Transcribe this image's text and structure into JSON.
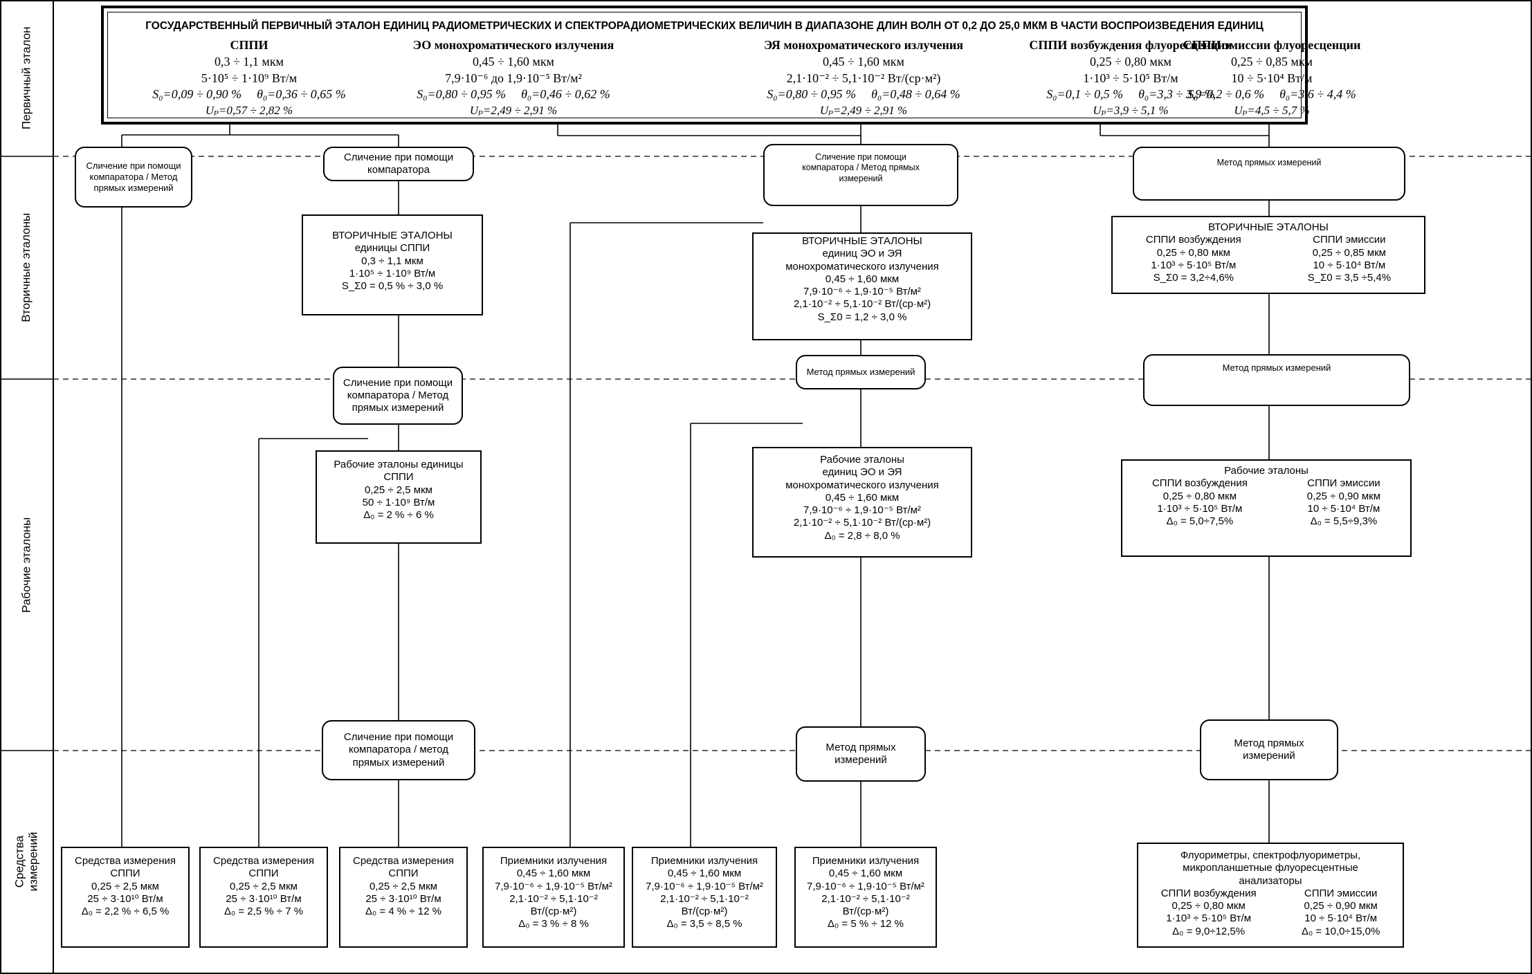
{
  "lanes": [
    {
      "label": "Первичный эталон"
    },
    {
      "label": "Вторичные эталоны"
    },
    {
      "label": "Рабочие эталоны"
    },
    {
      "label": "Средства измерений"
    }
  ],
  "primary": {
    "title": "ГОСУДАРСТВЕННЫЙ ПЕРВИЧНЫЙ ЭТАЛОН ЕДИНИЦ РАДИОМЕТРИЧЕСКИХ И СПЕКТРОРАДИОМЕТРИЧЕСКИХ ВЕЛИЧИН В ДИАПАЗОНЕ ДЛИН ВОЛН ОТ 0,2 ДО 25,0 МКМ В ЧАСТИ ВОСПРОИЗВЕДЕНИЯ ЕДИНИЦ",
    "columns": [
      {
        "name": "СППИ",
        "range": "0,3 ÷ 1,1 мкм",
        "value": "5·10⁵ ÷ 1·10⁹ Вт/м",
        "s": "S₀=0,09 ÷ 0,90 %",
        "theta": "θ₀=0,36 ÷ 0,65 %",
        "u": "Uₚ=0,57 ÷ 2,82 %"
      },
      {
        "name": "ЭО монохроматического излучения",
        "range": "0,45 ÷ 1,60 мкм",
        "value": "7,9·10⁻⁶ до 1,9·10⁻⁵ Вт/м²",
        "s": "S₀=0,80 ÷ 0,95 %",
        "theta": "θ₀=0,46 ÷ 0,62 %",
        "u": "Uₚ=2,49 ÷ 2,91 %"
      },
      {
        "name": "ЭЯ монохроматического излучения",
        "range": "0,45 ÷ 1,60 мкм",
        "value": "2,1·10⁻² ÷ 5,1·10⁻² Вт/(ср·м²)",
        "s": "S₀=0,80 ÷ 0,95 %",
        "theta": "θ₀=0,48 ÷ 0,64 %",
        "u": "Uₚ=2,49 ÷ 2,91 %"
      },
      {
        "name": "СППИ возбуждения флуоресценции",
        "range": "0,25 ÷ 0,80 мкм",
        "value": "1·10³ ÷ 5·10⁵ Вт/м",
        "s": "S₀=0,1 ÷ 0,5 %",
        "theta": "θ₀=3,3 ÷ 3,9 %",
        "u": "Uₚ=3,9 ÷ 5,1 %"
      },
      {
        "name": "СППИ эмиссии флуоресценции",
        "range": "0,25 ÷ 0,85 мкм",
        "value": "10 ÷ 5·10⁴ Вт/м",
        "s": "S₀=0,2 ÷ 0,6 %",
        "theta": "θ₀=3,6 ÷ 4,4 %",
        "u": "Uₚ=4,5 ÷ 5,7 %"
      }
    ]
  },
  "methods": {
    "m1": [
      "Сличение при помощи",
      "компаратора / Метод",
      "прямых измерений"
    ],
    "m2": [
      "Сличение при помощи",
      "компаратора"
    ],
    "m3": [
      "Сличение при помощи",
      "компаратора / Метод прямых",
      "измерений"
    ],
    "m4": [
      "Метод прямых измерений"
    ],
    "m5": [
      "Сличение при помощи",
      "компаратора / Метод",
      "прямых измерений"
    ],
    "m6": [
      "Метод прямых измерений"
    ],
    "m7": [
      "Метод прямых измерений"
    ],
    "m8": [
      "Сличение при помощи",
      "компаратора / метод",
      "прямых измерений"
    ],
    "m9": [
      "Метод прямых",
      "измерений"
    ],
    "m10": [
      "Метод прямых",
      "измерений"
    ]
  },
  "secondary": {
    "sppi": {
      "lines": [
        "ВТОРИЧНЫЕ ЭТАЛОНЫ",
        "единицы СППИ",
        "0,3 ÷ 1,1 мкм",
        "1·10⁵ ÷ 1·10⁹ Вт/м",
        "S_Σ0 = 0,5 % ÷ 3,0 %"
      ]
    },
    "eo_ey": {
      "lines": [
        "ВТОРИЧНЫЕ ЭТАЛОНЫ",
        "единиц ЭО и ЭЯ",
        "монохроматического излучения",
        "0,45 ÷ 1,60 мкм",
        "7,9·10⁻⁶ ÷ 1,9·10⁻⁵ Вт/м²",
        "2,1·10⁻² ÷ 5,1·10⁻² Вт/(ср·м²)",
        "S_Σ0 = 1,2 ÷ 3,0 %"
      ]
    },
    "fluor": {
      "title": "ВТОРИЧНЫЕ ЭТАЛОНЫ",
      "left": [
        "СППИ возбуждения",
        "0,25 ÷ 0,80 мкм",
        "1·10³ ÷ 5·10⁵ Вт/м",
        "S_Σ0 = 3,2÷4,6%"
      ],
      "right": [
        "СППИ эмиссии",
        "0,25 ÷ 0,85 мкм",
        "10 ÷ 5·10⁴ Вт/м",
        "S_Σ0 = 3,5 ÷5,4%"
      ]
    }
  },
  "working": {
    "sppi": {
      "lines": [
        "Рабочие эталоны единицы",
        "СППИ",
        "0,25 ÷ 2,5 мкм",
        "50 ÷ 1·10⁹ Вт/м",
        "Δ₀ = 2 % ÷ 6 %"
      ]
    },
    "eo_ey": {
      "lines": [
        "Рабочие эталоны",
        "единиц ЭО и ЭЯ",
        "монохроматического излучения",
        "0,45 ÷ 1,60 мкм",
        "7,9·10⁻⁶ ÷ 1,9·10⁻⁵ Вт/м²",
        "2,1·10⁻² ÷ 5,1·10⁻² Вт/(ср·м²)",
        "Δ₀ = 2,8 ÷ 8,0 %"
      ]
    },
    "fluor": {
      "title": "Рабочие эталоны",
      "left": [
        "СППИ возбуждения",
        "0,25 ÷ 0,80 мкм",
        "1·10³ ÷ 5·10⁵ Вт/м",
        "Δ₀ = 5,0÷7,5%"
      ],
      "right": [
        "СППИ эмиссии",
        "0,25 ÷ 0,90 мкм",
        "10 ÷ 5·10⁴ Вт/м",
        "Δ₀ = 5,5÷9,3%"
      ]
    }
  },
  "instruments": {
    "i1": [
      "Средства измерения",
      "СППИ",
      "0,25 ÷ 2,5 мкм",
      "25 ÷ 3·10¹⁰ Вт/м",
      "Δ₀ = 2,2 % ÷ 6,5 %"
    ],
    "i2": [
      "Средства измерения",
      "СППИ",
      "0,25 ÷ 2,5 мкм",
      "25 ÷ 3·10¹⁰ Вт/м",
      "Δ₀ = 2,5 % ÷ 7 %"
    ],
    "i3": [
      "Средства измерения",
      "СППИ",
      "0,25 ÷ 2,5 мкм",
      "25 ÷ 3·10¹⁰ Вт/м",
      "Δ₀ = 4 % ÷ 12 %"
    ],
    "i4": [
      "Приемники излучения",
      "0,45 ÷ 1,60 мкм",
      "7,9·10⁻⁶ ÷ 1,9·10⁻⁵ Вт/м²",
      "2,1·10⁻² ÷ 5,1·10⁻²",
      "Вт/(ср·м²)",
      "Δ₀ = 3 % ÷ 8 %"
    ],
    "i5": [
      "Приемники излучения",
      "0,45 ÷ 1,60 мкм",
      "7,9·10⁻⁶ ÷ 1,9·10⁻⁵ Вт/м²",
      "2,1·10⁻² ÷ 5,1·10⁻²",
      "Вт/(ср·м²)",
      "Δ₀ = 3,5 ÷ 8,5 %"
    ],
    "i6": [
      "Приемники излучения",
      "0,45 ÷ 1,60 мкм",
      "7,9·10⁻⁶ ÷ 1,9·10⁻⁵ Вт/м²",
      "2,1·10⁻² ÷ 5,1·10⁻²",
      "Вт/(ср·м²)",
      "Δ₀ = 5 % ÷ 12 %"
    ],
    "i7": {
      "title": [
        "Флуориметры, спектрофлуориметры,",
        "микропланшетные флуоресцентные",
        "анализаторы"
      ],
      "left": [
        "СППИ возбуждения",
        "0,25 ÷ 0,80 мкм",
        "1·10³ ÷ 5·10⁵ Вт/м",
        "Δ₀ = 9,0÷12,5%"
      ],
      "right": [
        "СППИ эмиссии",
        "0,25 ÷ 0,90 мкм",
        "10 ÷ 5·10⁴ Вт/м",
        "Δ₀ = 10,0÷15,0%"
      ]
    }
  }
}
